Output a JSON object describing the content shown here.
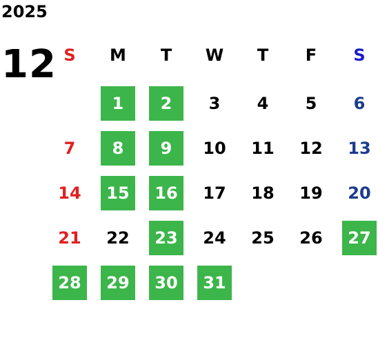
{
  "calendar": {
    "year": "2025",
    "month": "12",
    "weekdays": [
      "S",
      "M",
      "T",
      "W",
      "T",
      "F",
      "S"
    ],
    "start_weekday_index": 1,
    "days_in_month": 31,
    "highlighted_days": [
      1,
      2,
      8,
      9,
      15,
      16,
      23,
      27,
      28,
      29,
      30,
      31
    ],
    "colors": {
      "sunday_text": "#e02020",
      "saturday_header": "#1a1acc",
      "saturday_text": "#1a3c8c",
      "weekday_text": "#000000",
      "highlight_bg": "#3cb54a",
      "highlight_text": "#ffffff"
    }
  }
}
